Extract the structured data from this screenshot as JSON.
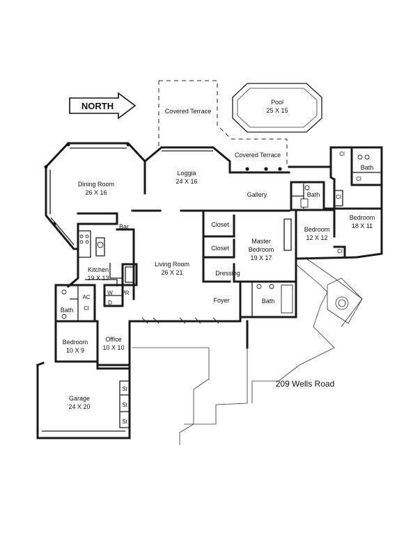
{
  "north_label": "NORTH",
  "address": "209 Wells Road",
  "pool": {
    "name": "Pool",
    "dims": "25 X 15"
  },
  "covered_terrace_top": "Covered Terrace",
  "covered_terrace_side": "Covered Terrace",
  "rooms": {
    "dining": {
      "name": "Dining Room",
      "dims": "26 X 16"
    },
    "loggia": {
      "name": "Loggia",
      "dims": "24 X 16"
    },
    "gallery": {
      "name": "Gallery"
    },
    "bar": {
      "name": "Bar"
    },
    "kitchen": {
      "name": "Kitchen",
      "dims": "19 X 13"
    },
    "living": {
      "name": "Living Room",
      "dims": "26 X 21"
    },
    "master": {
      "name1": "Master",
      "name2": "Bedroom",
      "dims": "19 X 17"
    },
    "closet_1": {
      "name": "Closet"
    },
    "closet_2": {
      "name": "Closet"
    },
    "dressing": {
      "name": "Dressing"
    },
    "foyer": {
      "name": "Foyer"
    },
    "master_bath": {
      "name": "Bath"
    },
    "bedroom_12": {
      "name": "Bedroom",
      "dims": "12 X 12"
    },
    "bedroom_18": {
      "name": "Bedroom",
      "dims": "18 X 11"
    },
    "bath_ne": {
      "name": "Bath"
    },
    "bath_mid": {
      "name": "Bath"
    },
    "bedroom_10": {
      "name": "Bedroom",
      "dims": "10 X 9"
    },
    "office": {
      "name": "Office",
      "dims": "10 X 10"
    },
    "bath_west": {
      "name": "Bath"
    },
    "garage": {
      "name": "Garage",
      "dims": "24 X 20"
    }
  },
  "small_labels": {
    "ac": "AC",
    "cl_west": "Cl",
    "w": "W",
    "d": "D",
    "pr": "PR",
    "cl_ne_1": "Cl",
    "cl_ne_2": "Cl",
    "cl_mid": "Cl",
    "cl_bed12": "Cl",
    "st_1": "St",
    "st_2": "St",
    "st_3": "St"
  }
}
